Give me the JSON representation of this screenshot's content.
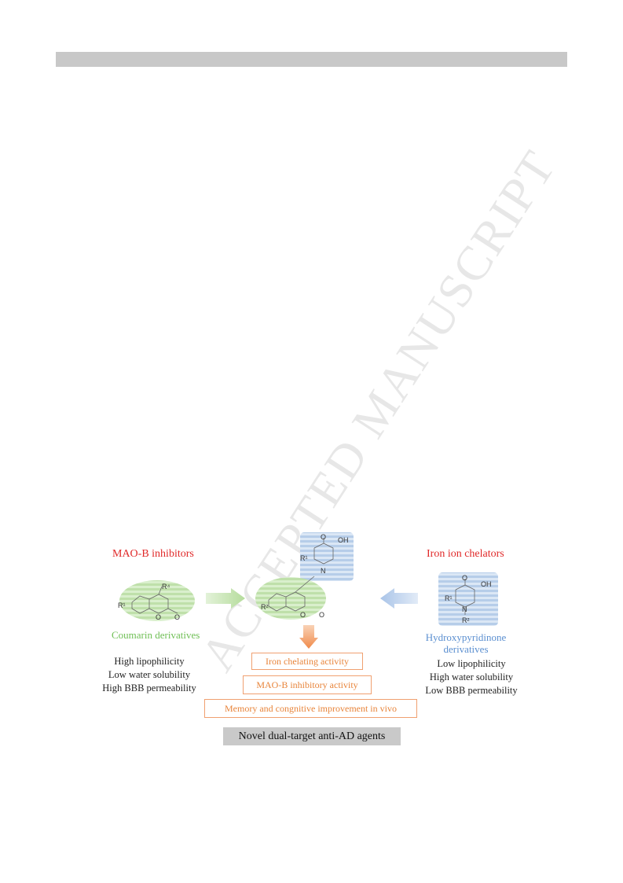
{
  "header": {
    "bar_color": "#c8c8c8"
  },
  "watermark": "ACCEPTED MANUSCRIPT",
  "left": {
    "title": "MAO-B inhibitors",
    "caption": "Coumarin derivatives",
    "properties": [
      "High lipophilicity",
      "Low water solubility",
      "High BBB permeability"
    ],
    "labels": {
      "r4": "R⁴",
      "r1": "R¹",
      "o1": "O",
      "o2": "O"
    }
  },
  "right": {
    "title": "Iron ion chelators",
    "caption_lines": [
      "Hydroxypyridinone",
      "derivatives"
    ],
    "properties": [
      "Low lipophilicity",
      "High water solubility",
      "Low BBB permeability"
    ],
    "labels": {
      "o": "O",
      "oh": "OH",
      "r1": "R¹",
      "n": "N",
      "r2": "R²"
    }
  },
  "center": {
    "labels": {
      "o": "O",
      "oh": "OH",
      "r1": "R¹",
      "n": "N",
      "r2": "R²",
      "o1": "O",
      "o2": "O"
    },
    "activities": [
      "Iron chelating  activity",
      "MAO-B inhibitory activity",
      "Memory and congnitive  improvement in vivo"
    ],
    "result": "Novel dual-target  anti-AD agents"
  },
  "colors": {
    "red": "#e02828",
    "green": "#6fbf55",
    "blue": "#5b8fd0",
    "orange": "#e8843a",
    "green_fill": "#cfe8bf",
    "blue_fill": "#c6d9f0"
  }
}
